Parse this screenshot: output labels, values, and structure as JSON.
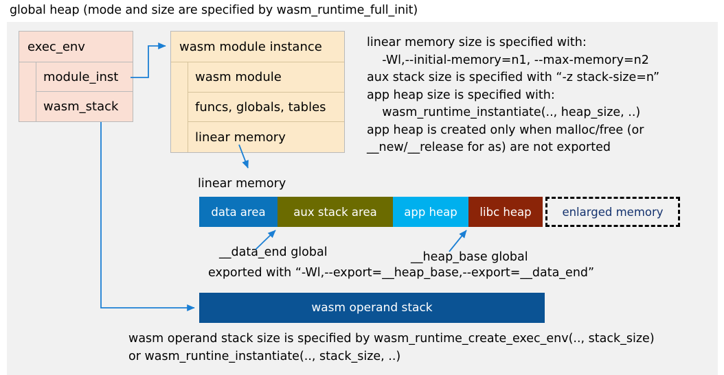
{
  "title": "global heap (mode and size are specified by wasm_runtime_full_init)",
  "colors": {
    "backdrop": "#f1f1f1",
    "exec_env_fill": "#fadfd4",
    "module_instance_fill": "#fce9c9",
    "data_area": "#0b73bb",
    "aux_stack_area": "#6b6b00",
    "app_heap": "#00b0ee",
    "libc_heap": "#8b2408",
    "enlarged_memory_text": "#14326e",
    "operand_stack": "#0b5394",
    "connector": "#1b7fd4"
  },
  "exec_env": {
    "title": "exec_env",
    "fields": [
      {
        "label": "module_inst"
      },
      {
        "label": "wasm_stack"
      }
    ]
  },
  "module_instance": {
    "title": "wasm module instance",
    "fields": [
      {
        "label": "wasm module"
      },
      {
        "label": "funcs, globals, tables"
      },
      {
        "label": "linear memory"
      }
    ]
  },
  "notes": "linear memory size is specified with:\n    -Wl,--initial-memory=n1, --max-memory=n2\naux stack size is specified with “-z stack-size=n”\napp heap size is specified with:\n    wasm_runtime_instantiate(.., heap_size, ..)\napp heap is created only when malloc/free (or\n__new/__release for as) are not exported",
  "linear_memory": {
    "label": "linear memory",
    "segments": [
      {
        "label": "data area",
        "color": "#0b73bb",
        "width": 114,
        "dashed": false
      },
      {
        "label": "aux stack area",
        "color": "#6b6b00",
        "width": 168,
        "dashed": false
      },
      {
        "label": "app heap",
        "color": "#00b0ee",
        "width": 110,
        "dashed": false
      },
      {
        "label": "libc heap",
        "color": "#8b2408",
        "width": 108,
        "dashed": false
      },
      {
        "label": "enlarged memory",
        "color": "#f1f1f1",
        "width": 196,
        "dashed": true
      }
    ]
  },
  "annotations": {
    "data_end": "__data_end global",
    "heap_base": "__heap_base global",
    "exported_with": "exported with “-Wl,--export=__heap_base,--export=__data_end”"
  },
  "operand_stack": {
    "label": "wasm operand stack"
  },
  "bottom_notes": "wasm operand stack size is specified by wasm_runtime_create_exec_env(.., stack_size)\nor wasm_runtine_instantiate(.., stack_size, ..)"
}
